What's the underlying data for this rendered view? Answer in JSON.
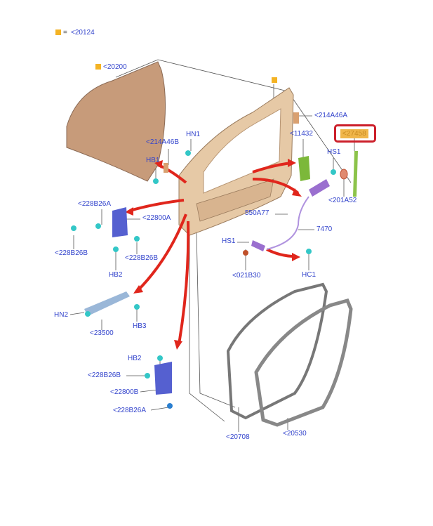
{
  "legend": {
    "equals": "=",
    "part": "<20124",
    "color": "#f4b324"
  },
  "labels": {
    "door_skin": "<20200",
    "hinge_pin_a": "<214A46A",
    "glass_channel": "<11432",
    "highlighted_part": "<27458",
    "hn1": "HN1",
    "hinge_pin_b": "<214A46B",
    "hb1": "HB1",
    "hs1_top": "HS1",
    "clip_201a52": "<201A52",
    "bolt_228b26a_top": "<228B26A",
    "hinge_upper": "<22800A",
    "part_550a77": "550A77",
    "part_7470": "7470",
    "hs1_lower": "HS1",
    "bolt_228b26b_left": "<228B26B",
    "bolt_228b26b_right": "<228B26B",
    "hb2_top": "HB2",
    "part_021b30": "<021B30",
    "hc1": "HC1",
    "hn2": "HN2",
    "hb3": "HB3",
    "check_arm": "<23500",
    "hb2_lower": "HB2",
    "bolt_228b26b_lower": "<228B26B",
    "hinge_lower": "<22800B",
    "bolt_228b26a_lower": "<228B26A",
    "seal_inner": "<20708",
    "seal_outer": "<20530"
  },
  "colors": {
    "label": "#3344cc",
    "arrow": "#e0261c",
    "highlight_frame": "#cc1f2a",
    "door": "#c79b7a"
  }
}
